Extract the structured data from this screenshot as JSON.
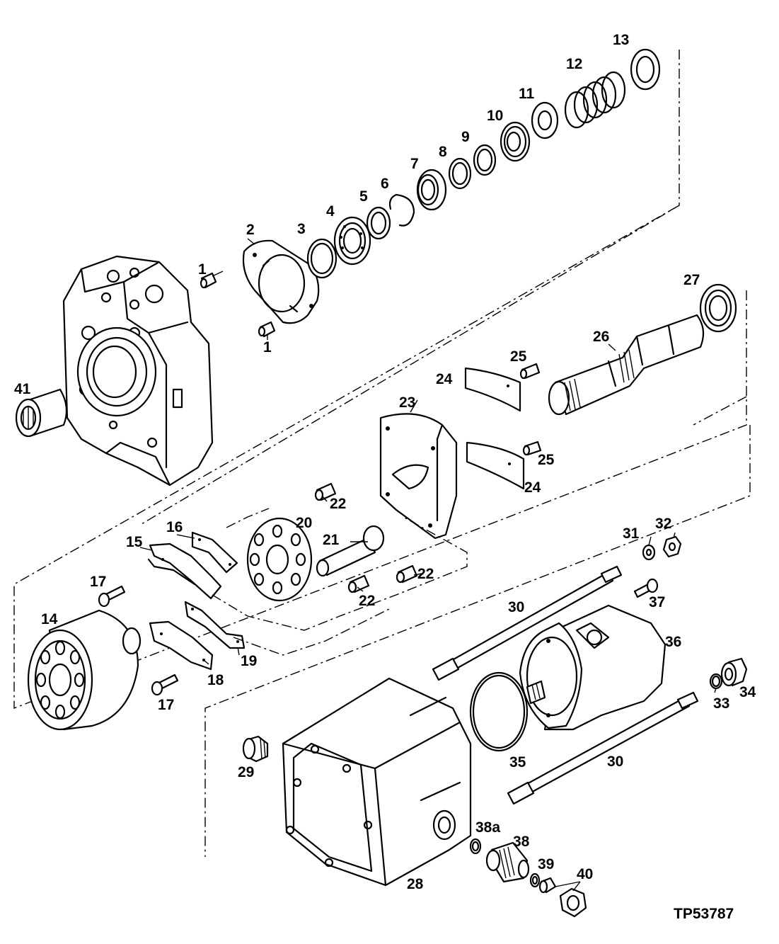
{
  "figure_id": "TP53787",
  "callouts": [
    {
      "id": "c1a",
      "text": "1"
    },
    {
      "id": "c1b",
      "text": "1"
    },
    {
      "id": "c2",
      "text": "2"
    },
    {
      "id": "c3",
      "text": "3"
    },
    {
      "id": "c4",
      "text": "4"
    },
    {
      "id": "c5",
      "text": "5"
    },
    {
      "id": "c6",
      "text": "6"
    },
    {
      "id": "c7",
      "text": "7"
    },
    {
      "id": "c8",
      "text": "8"
    },
    {
      "id": "c9",
      "text": "9"
    },
    {
      "id": "c10",
      "text": "10"
    },
    {
      "id": "c11",
      "text": "11"
    },
    {
      "id": "c12",
      "text": "12"
    },
    {
      "id": "c13",
      "text": "13"
    },
    {
      "id": "c14",
      "text": "14"
    },
    {
      "id": "c15",
      "text": "15"
    },
    {
      "id": "c16",
      "text": "16"
    },
    {
      "id": "c17a",
      "text": "17"
    },
    {
      "id": "c17b",
      "text": "17"
    },
    {
      "id": "c18",
      "text": "18"
    },
    {
      "id": "c19",
      "text": "19"
    },
    {
      "id": "c20",
      "text": "20"
    },
    {
      "id": "c21",
      "text": "21"
    },
    {
      "id": "c22a",
      "text": "22"
    },
    {
      "id": "c22b",
      "text": "22"
    },
    {
      "id": "c22c",
      "text": "22"
    },
    {
      "id": "c23",
      "text": "23"
    },
    {
      "id": "c24a",
      "text": "24"
    },
    {
      "id": "c24b",
      "text": "24"
    },
    {
      "id": "c25a",
      "text": "25"
    },
    {
      "id": "c25b",
      "text": "25"
    },
    {
      "id": "c26",
      "text": "26"
    },
    {
      "id": "c27",
      "text": "27"
    },
    {
      "id": "c28",
      "text": "28"
    },
    {
      "id": "c29",
      "text": "29"
    },
    {
      "id": "c30a",
      "text": "30"
    },
    {
      "id": "c30b",
      "text": "30"
    },
    {
      "id": "c31",
      "text": "31"
    },
    {
      "id": "c32",
      "text": "32"
    },
    {
      "id": "c33",
      "text": "33"
    },
    {
      "id": "c34",
      "text": "34"
    },
    {
      "id": "c35",
      "text": "35"
    },
    {
      "id": "c36",
      "text": "36"
    },
    {
      "id": "c37",
      "text": "37"
    },
    {
      "id": "c38",
      "text": "38"
    },
    {
      "id": "c38a",
      "text": "38a"
    },
    {
      "id": "c39",
      "text": "39"
    },
    {
      "id": "c40",
      "text": "40"
    },
    {
      "id": "c41",
      "text": "41"
    }
  ]
}
